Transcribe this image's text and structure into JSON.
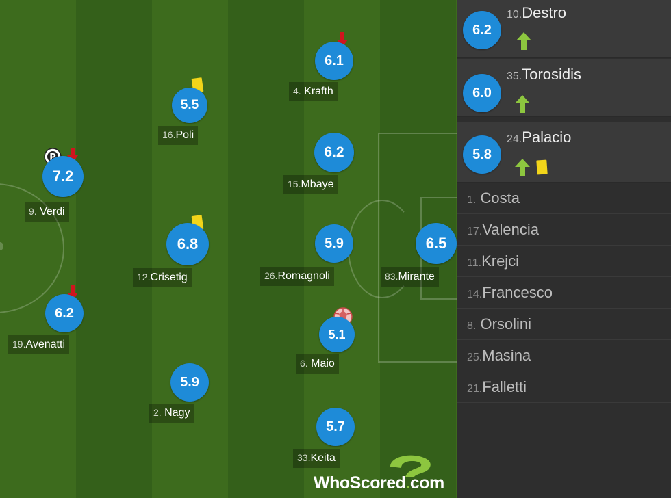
{
  "lineup": [
    {
      "id": "verdi",
      "number": "9.",
      "name": "Verdi",
      "rating": "7.2",
      "icons": [
        "penalty-icon",
        "sub-off-arrow-icon"
      ]
    },
    {
      "id": "avenatti",
      "number": "19.",
      "name": "Avenatti",
      "rating": "6.2",
      "icons": [
        "sub-off-arrow-icon"
      ]
    },
    {
      "id": "poli",
      "number": "16.",
      "name": "Poli",
      "rating": "5.5",
      "icons": [
        "yellow-card-icon"
      ]
    },
    {
      "id": "crisetig",
      "number": "12.",
      "name": "Crisetig",
      "rating": "6.8",
      "icons": [
        "yellow-card-icon"
      ]
    },
    {
      "id": "nagy",
      "number": "2.",
      "name": "Nagy",
      "rating": "5.9",
      "icons": []
    },
    {
      "id": "krafth",
      "number": "4.",
      "name": "Krafth",
      "rating": "6.1",
      "icons": [
        "sub-off-arrow-icon"
      ]
    },
    {
      "id": "mbaye",
      "number": "15.",
      "name": "Mbaye",
      "rating": "6.2",
      "icons": []
    },
    {
      "id": "romagnoli",
      "number": "26.",
      "name": "Romagnoli",
      "rating": "5.9",
      "icons": []
    },
    {
      "id": "maio",
      "number": "6.",
      "name": "Maio",
      "rating": "5.1",
      "icons": [
        "own-goal-icon"
      ]
    },
    {
      "id": "keita",
      "number": "33.",
      "name": "Keita",
      "rating": "5.7",
      "icons": []
    },
    {
      "id": "mirante",
      "number": "83.",
      "name": "Mirante",
      "rating": "6.5",
      "icons": []
    }
  ],
  "substitutes_on": [
    {
      "number": "10.",
      "name": "Destro",
      "rating": "6.2",
      "icons": [
        "sub-on-arrow-icon"
      ]
    },
    {
      "number": "35.",
      "name": "Torosidis",
      "rating": "6.0",
      "icons": [
        "sub-on-arrow-icon"
      ]
    },
    {
      "number": "24.",
      "name": "Palacio",
      "rating": "5.8",
      "icons": [
        "sub-on-arrow-icon",
        "yellow-card-icon"
      ]
    }
  ],
  "bench": [
    {
      "number": "1.",
      "name": "Costa"
    },
    {
      "number": "17.",
      "name": "Valencia"
    },
    {
      "number": "11.",
      "name": "Krejci"
    },
    {
      "number": "14.",
      "name": "Francesco"
    },
    {
      "number": "8.",
      "name": "Orsolini"
    },
    {
      "number": "25.",
      "name": "Masina"
    },
    {
      "number": "21.",
      "name": "Falletti"
    }
  ],
  "logo": {
    "word": "WhoScored",
    "dot": ".",
    "suffix": "com"
  },
  "colors": {
    "rating_badge": "#1e8bd8",
    "pitch_light": "#3d6b1d",
    "pitch_dark": "#34601a",
    "card_yellow": "#f2d51a",
    "arrow_red": "#d0141e",
    "arrow_green": "#8dc63f"
  }
}
